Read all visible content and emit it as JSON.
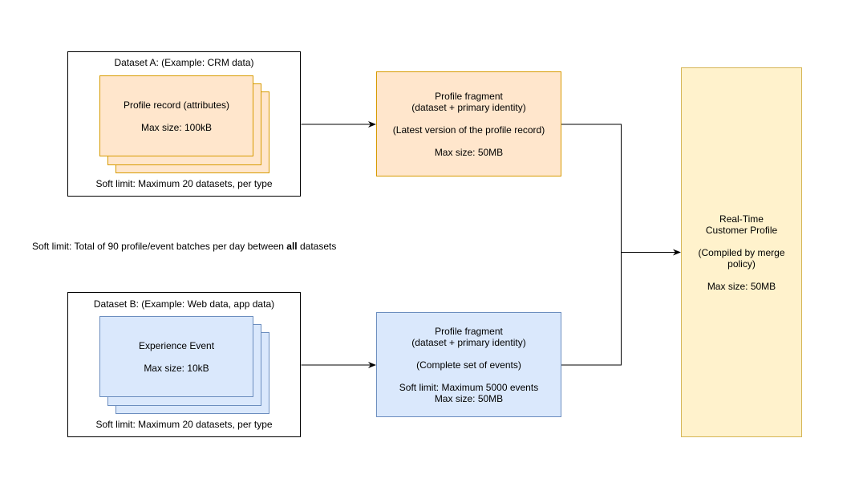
{
  "dataset_a": {
    "caption": "Dataset A: (Example: CRM data)",
    "footer": "Soft limit: Maximum 20 datasets, per type",
    "card_title": "Profile record (attributes)",
    "card_size": "Max size: 100kB"
  },
  "dataset_b": {
    "caption": "Dataset B: (Example: Web data, app data)",
    "footer": "Soft limit: Maximum 20 datasets, per type",
    "card_title": "Experience Event",
    "card_size": "Max size: 10kB"
  },
  "global_limit": {
    "prefix": "Soft limit: Total of 90 profile/event batches per day between ",
    "bold": "all",
    "suffix": " datasets"
  },
  "fragment_a": {
    "line1": "Profile fragment",
    "line2": "(dataset + primary identity)",
    "line3": "(Latest version of the profile record)",
    "line4": "Max size: 50MB"
  },
  "fragment_b": {
    "line1": "Profile fragment",
    "line2": "(dataset + primary identity)",
    "line3": "(Complete set of events)",
    "line4": "Soft limit: Maximum 5000 events",
    "line5": "Max size: 50MB"
  },
  "rtcp": {
    "line1": "Real-Time",
    "line2": "Customer Profile",
    "line3": "(Compiled by merge",
    "line4": "policy)",
    "line5": "Max size: 50MB"
  },
  "colors": {
    "orange_fill": "#ffe6cc",
    "orange_stroke": "#d79b00",
    "blue_fill": "#dae8fc",
    "blue_stroke": "#6c8ebf",
    "yellow_fill": "#fff2cc",
    "yellow_stroke": "#d6b656"
  }
}
